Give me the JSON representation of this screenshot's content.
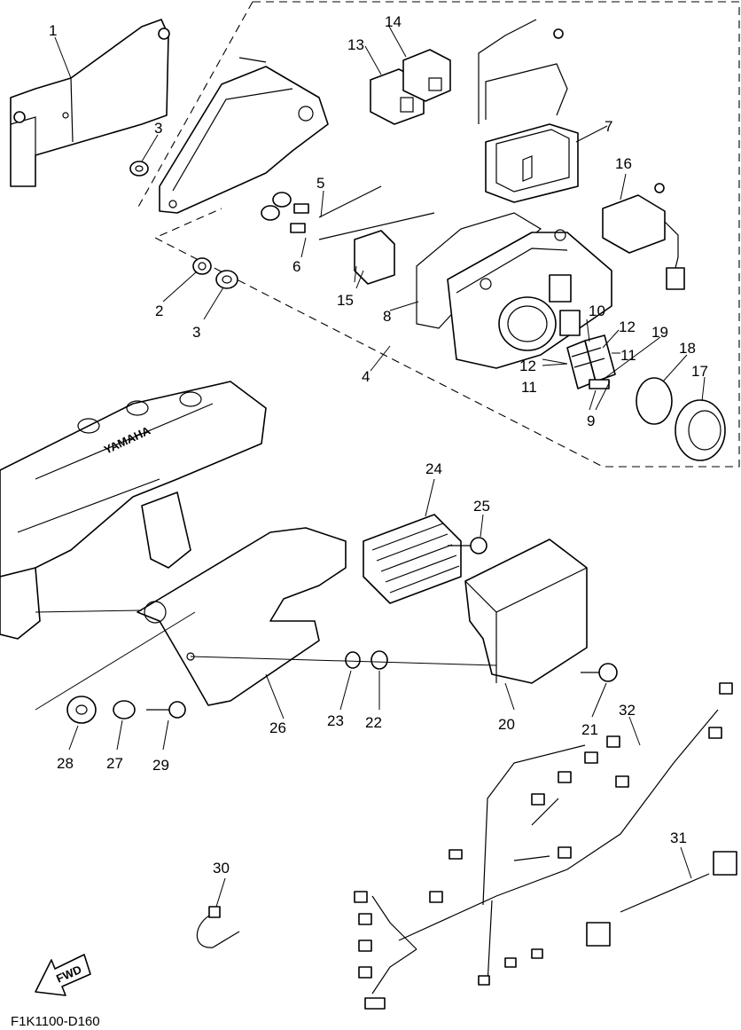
{
  "figure_code": "F1K1100-D160",
  "fwd_label": "FWD",
  "engine_mark": "YAMAHA",
  "callouts": {
    "c1": "1",
    "c2": "2",
    "c3a": "3",
    "c3b": "3",
    "c4": "4",
    "c5": "5",
    "c6": "6",
    "c7": "7",
    "c8": "8",
    "c9": "9",
    "c10": "10",
    "c11a": "11",
    "c11b": "11",
    "c12a": "12",
    "c12b": "12",
    "c13": "13",
    "c14": "14",
    "c15": "15",
    "c16": "16",
    "c17": "17",
    "c18": "18",
    "c19": "19",
    "c20": "20",
    "c21": "21",
    "c22": "22",
    "c23": "23",
    "c24": "24",
    "c25": "25",
    "c26": "26",
    "c27": "27",
    "c28": "28",
    "c29": "29",
    "c30": "30",
    "c31": "31",
    "c32": "32"
  }
}
